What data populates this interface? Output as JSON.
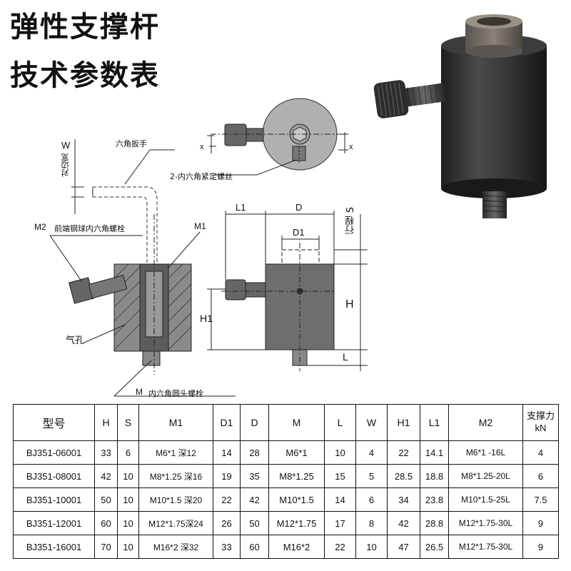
{
  "title": {
    "line1": "弹性支撑杆",
    "line2": "技术参数表"
  },
  "diagram": {
    "hex_wrench": "六角扳手",
    "across_flats": "对边宽",
    "w": "W",
    "set_screw": "2-内六角紧定螺丝",
    "x": "x",
    "m2_label": "M2",
    "m2_desc": "前端钢球内六角螺栓",
    "m1_label": "M1",
    "air_hole": "气孔",
    "m_label": "M",
    "m_desc": "内六角圆头螺栓",
    "l1": "L1",
    "d": "D",
    "d1": "D1",
    "stroke": "行程 S",
    "h": "H",
    "h1": "H1",
    "l": "L"
  },
  "table": {
    "headers": [
      "型号",
      "H",
      "S",
      "M1",
      "D1",
      "D",
      "M",
      "L",
      "W",
      "H1",
      "L1",
      "M2",
      "支撑力\nkN"
    ],
    "rows": [
      [
        "BJ351-06001",
        "33",
        "6",
        "M6*1  深12",
        "14",
        "28",
        "M6*1",
        "10",
        "4",
        "22",
        "14.1",
        "M6*1 -16L",
        "4"
      ],
      [
        "BJ351-08001",
        "42",
        "10",
        "M8*1.25 深16",
        "19",
        "35",
        "M8*1.25",
        "15",
        "5",
        "28.5",
        "18.8",
        "M8*1.25-20L",
        "6"
      ],
      [
        "BJ351-10001",
        "50",
        "10",
        "M10*1.5 深20",
        "22",
        "42",
        "M10*1.5",
        "14",
        "6",
        "34",
        "23.8",
        "M10*1.5-25L",
        "7.5"
      ],
      [
        "BJ351-12001",
        "60",
        "10",
        "M12*1.75深24",
        "26",
        "50",
        "M12*1.75",
        "17",
        "8",
        "42",
        "28.8",
        "M12*1.75-30L",
        "9"
      ],
      [
        "BJ351-16001",
        "70",
        "10",
        "M16*2  深32",
        "33",
        "60",
        "M16*2",
        "22",
        "10",
        "47",
        "26.5",
        "M12*1.75-30L",
        "9"
      ]
    ]
  }
}
